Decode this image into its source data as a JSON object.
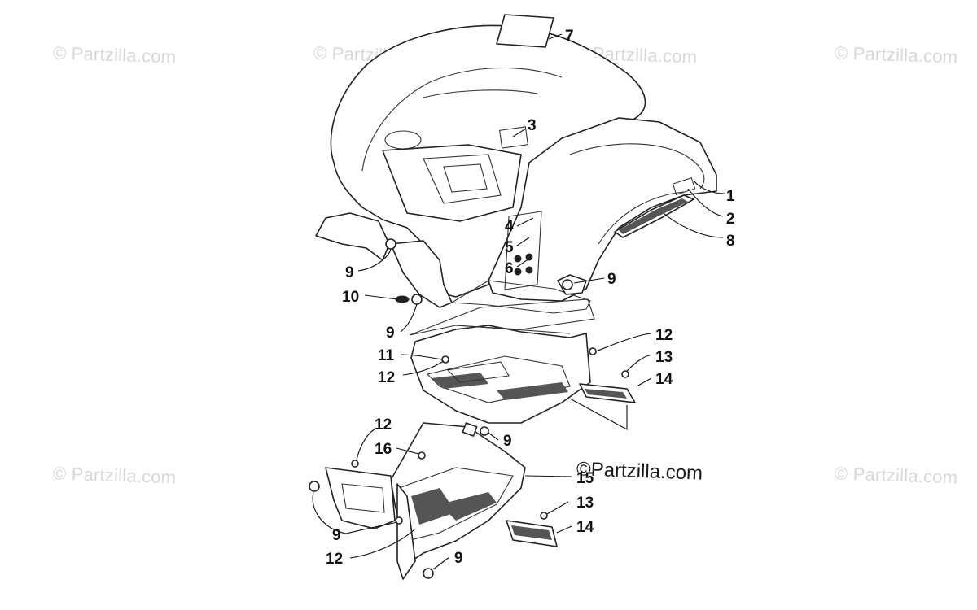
{
  "watermarks": [
    "© Partzilla.com",
    "© Partzilla.com",
    "© Partzilla.com",
    "© Partzilla.com",
    "© Partzilla.com",
    "© Partzilla.com"
  ],
  "brand_watermark": "©Partzilla.com",
  "callouts": [
    "7",
    "3",
    "1",
    "2",
    "8",
    "4",
    "5",
    "6",
    "9",
    "9",
    "10",
    "9",
    "12",
    "13",
    "14",
    "11",
    "12",
    "12",
    "16",
    "9",
    "15",
    "13",
    "14",
    "9",
    "12",
    "9"
  ],
  "colors": {
    "line": "#222222",
    "watermark": "#d8d8d8",
    "background": "#ffffff"
  }
}
